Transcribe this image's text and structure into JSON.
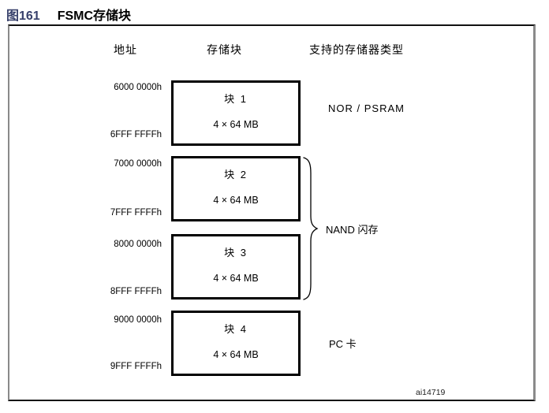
{
  "figure": {
    "label": "图161",
    "title": "FSMC存储块"
  },
  "diagram": {
    "headers": {
      "address": "地址",
      "block": "存储块",
      "memory_type": "支持的存储器类型"
    },
    "blocks": [
      {
        "name": "块 1",
        "size": "4 × 64 MB",
        "start_address": "6000 0000h",
        "end_address": "6FFF FFFFh",
        "memory_type": "NOR / PSRAM"
      },
      {
        "name": "块 2",
        "size": "4 × 64 MB",
        "start_address": "7000 0000h",
        "end_address": "7FFF FFFFh",
        "memory_type": "NAND 闪存"
      },
      {
        "name": "块 3",
        "size": "4 × 64 MB",
        "start_address": "8000 0000h",
        "end_address": "8FFF FFFFh",
        "memory_type": "NAND 闪存"
      },
      {
        "name": "块 4",
        "size": "4 × 64 MB",
        "start_address": "9000 0000h",
        "end_address": "9FFF FFFFh",
        "memory_type": "PC 卡"
      }
    ],
    "type_labels": {
      "nor_psram": "NOR / PSRAM",
      "nand_flash": "NAND 闪存",
      "pc_card": "PC 卡"
    },
    "watermark": "ai14719"
  },
  "colors": {
    "figure_label": "#37406b",
    "text": "#000000",
    "frame_side": "#8a8a8a"
  }
}
